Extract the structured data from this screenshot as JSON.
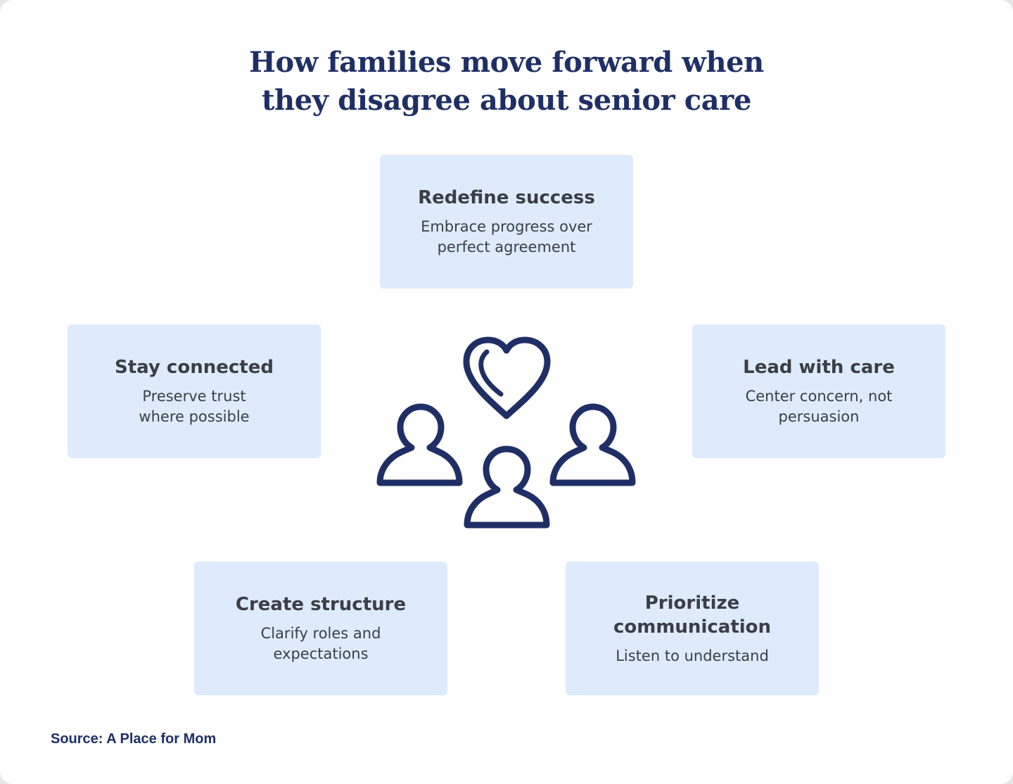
{
  "title": {
    "line1": "How families move forward when",
    "line2": "they disagree about senior care"
  },
  "center_icon": "family-with-heart-icon",
  "cards": {
    "redefine": {
      "title": "Redefine success",
      "desc": "Embrace progress over perfect agreement"
    },
    "stay": {
      "title": "Stay connected",
      "desc": "Preserve trust where possible"
    },
    "lead": {
      "title": "Lead with care",
      "desc": "Center concern, not persuasion"
    },
    "structure": {
      "title": "Create structure",
      "desc": "Clarify roles and expectations"
    },
    "prioritize": {
      "title": "Prioritize communication",
      "desc": "Listen to understand"
    }
  },
  "source": "Source: A Place for Mom",
  "colors": {
    "navy": "#1f2f66",
    "card_bg": "#ddebfc",
    "text": "#3b3e47",
    "background": "#ffffff"
  }
}
